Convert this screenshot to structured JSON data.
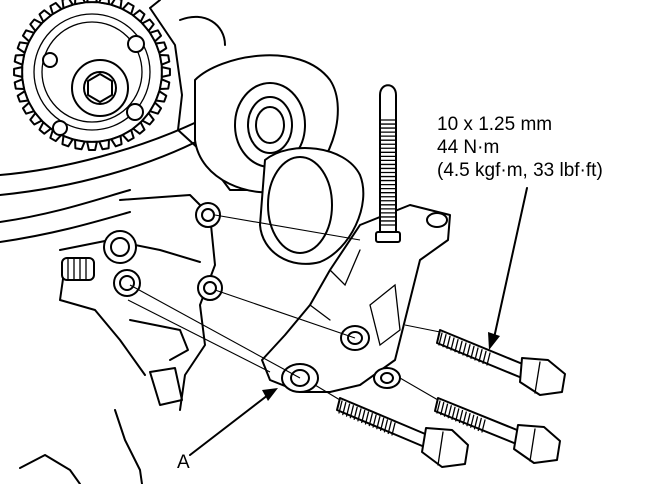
{
  "bolt_spec": {
    "size": "10 x 1.25 mm",
    "torque_nm": "44 N·m",
    "torque_alt": "(4.5 kgf·m, 33 lbf·ft)"
  },
  "callout": {
    "label": "A"
  }
}
